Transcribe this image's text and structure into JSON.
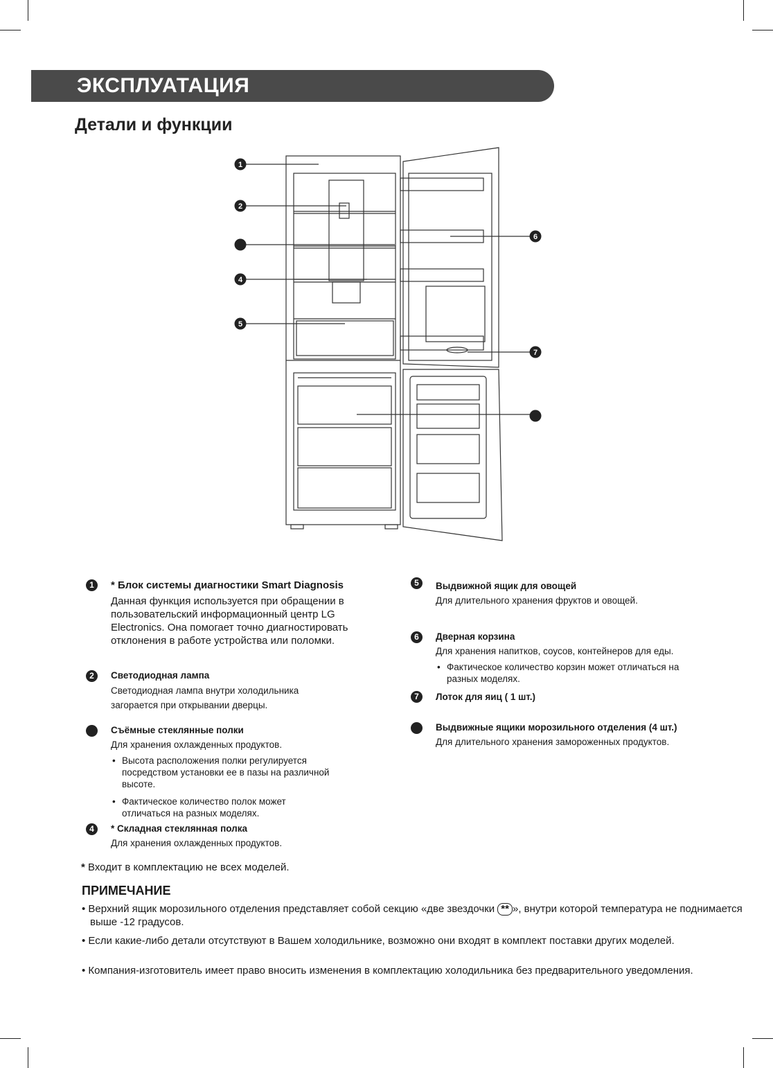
{
  "header": {
    "banner_title": "ЭКСПЛУАТАЦИЯ",
    "subtitle": "Детали и функции"
  },
  "diagram": {
    "callouts": [
      "1",
      "2",
      "",
      "4",
      "5",
      "6",
      "7",
      ""
    ]
  },
  "items": [
    {
      "num": "1",
      "title": "* Блок системы диагностики Smart Diagnosis",
      "desc": "Данная функция используется при обращении в пользовательский информационный центр LG Electronics. Она помогает точно диагностировать отклонения в работе устройства или поломки.",
      "bullets": []
    },
    {
      "num": "2",
      "title": "Светодиодная лампа",
      "desc": "Светодиодная лампа внутри холодильника загорается при открывании дверцы.",
      "bullets": []
    },
    {
      "num": "",
      "title": "Съёмные стеклянные полки",
      "desc": "Для хранения охлажденных продуктов.",
      "bullets": [
        "Высота расположения полки регулируется посредством установки ее в пазы на различной высоте.",
        "Фактическое количество полок может отличаться на разных моделях."
      ]
    },
    {
      "num": "4",
      "title": "* Складная стеклянная полка",
      "desc": "Для хранения охлажденных продуктов.",
      "bullets": []
    },
    {
      "num": "5",
      "title": "Выдвижной ящик для овощей",
      "desc": "Для длительного хранения фруктов и овощей.",
      "bullets": []
    },
    {
      "num": "6",
      "title": "Дверная корзина",
      "desc": "Для хранения напитков, соусов, контейнеров для еды.",
      "bullets": [
        "Фактическое количество корзин может отличаться на разных моделях."
      ]
    },
    {
      "num": "7",
      "title": "Лоток для яиц ( 1 шт.)",
      "desc": "",
      "bullets": []
    },
    {
      "num": "",
      "title": "Выдвижные ящики морозильного отделения (4 шт.)",
      "desc": "Для длительного хранения замороженных продуктов.",
      "bullets": []
    }
  ],
  "footnote": {
    "star": "*",
    "text": " Входит в комплектацию не всех моделей."
  },
  "note": {
    "heading": "ПРИМЕЧАНИЕ",
    "line1_a": "Верхний ящик морозильного отделения представляет собой секцию «две звездочки ",
    "stars": "**",
    "line1_b": "», внутри которой температура не поднимается выше  -12 градусов.",
    "line2": "Если какие-либо детали отсутствуют в Вашем холодильнике, возможно они входят в комплект поставки других моделей.",
    "line3": "Компания-изготовитель имеет право вносить изменения в комплектацию холодильника без предварительного уведомления."
  }
}
